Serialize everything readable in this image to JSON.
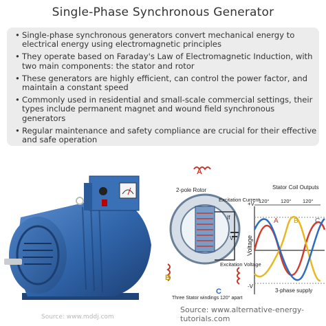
{
  "title": "Single-Phase Synchronous Generator",
  "bullets": [
    "Single-phase synchronous generators convert mechanical energy to electrical energy using electromagnetic principles",
    "They operate based on Faraday's Law of Electromagnetic Induction, with two main components: the stator and rotor",
    "These generators are highly efficient, can control the power factor, and maintain a constant speed",
    "Commonly used in residential and small-scale commercial settings, their types include permanent magnet and wound field synchronous generators",
    "Regular maintenance and safety compliance are crucial for their effective and safe operation"
  ],
  "left_image": {
    "source": "Source: www.mddj.com"
  },
  "diagram": {
    "labels": {
      "rotor": "2-pole Rotor",
      "excitation_current": "Excitation Current",
      "if": "If",
      "vf": "Vf",
      "excitation_voltage": "Excitation Voltage",
      "stator_windings": "Three Stator windings 120° apart",
      "coil_outputs": "Stator Coil Outputs",
      "supply": "3-phase supply",
      "voltage": "Voltage",
      "plus_v": "+V",
      "minus_v": "-V",
      "deg1": "120°",
      "deg2": "120°",
      "deg3": "120°",
      "A": "A",
      "B": "B",
      "C": "C",
      "A2": "A",
      "B2": "B",
      "C2": "C"
    },
    "source": "Source: www.alternative-energy-tutorials.com"
  },
  "colors": {
    "panel": "#ececec",
    "generator": "#2f63a8",
    "phaseA": "#d23a2a",
    "phaseB": "#e8b820",
    "phaseC": "#2d6bc0"
  }
}
